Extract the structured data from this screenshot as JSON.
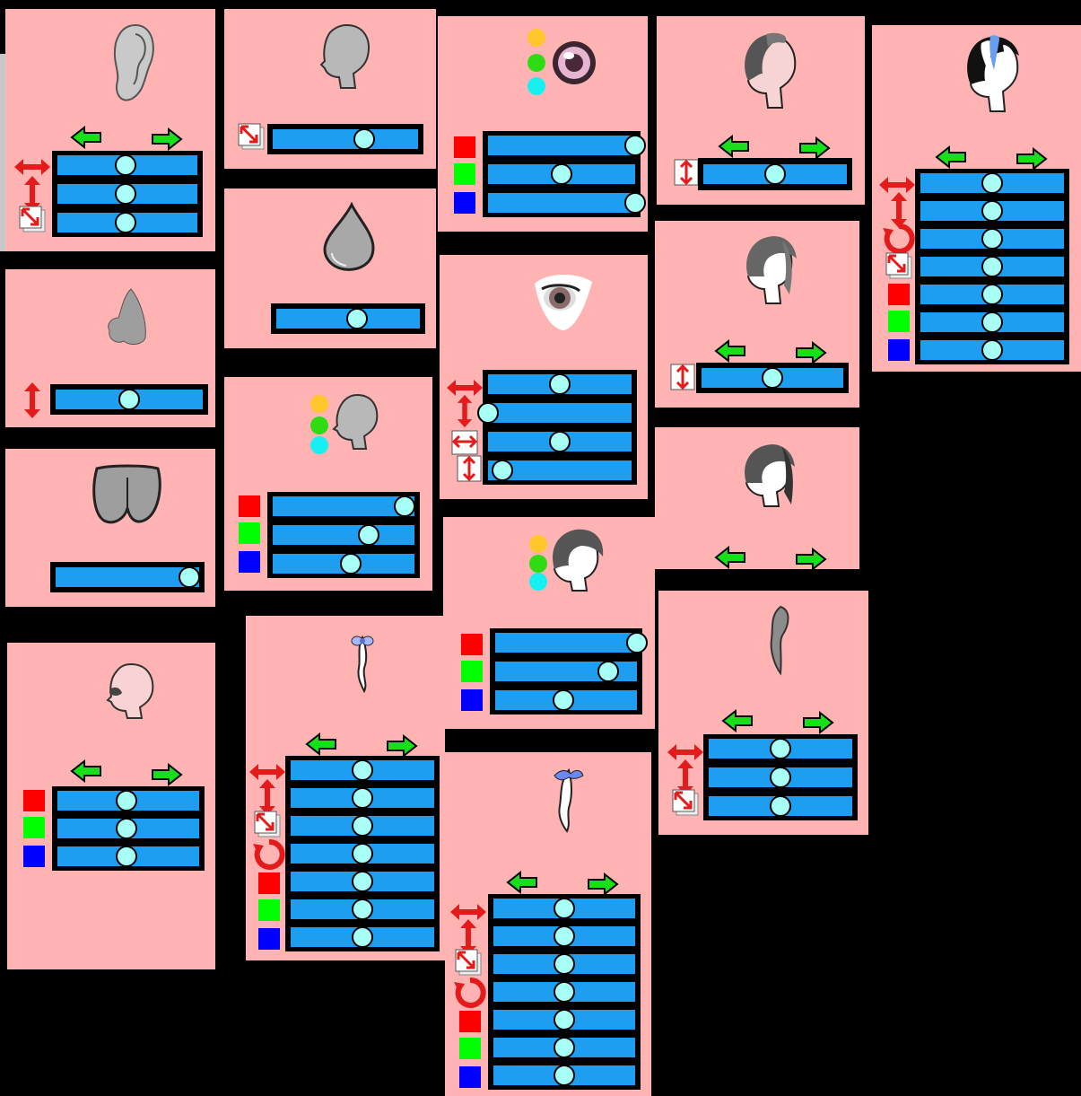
{
  "colors": {
    "panel": "#ffb3b3",
    "slider": "#1e9ef0",
    "knob": "#a8fff5",
    "arrow_green": "#18e018",
    "arrow_red": "#e41b1b",
    "swatch_red": "#ff0000",
    "swatch_green": "#00ff00",
    "swatch_blue": "#0000ff"
  },
  "icons": {
    "move": "left-right-arrows-icon",
    "scale": "up-down-arrow-icon",
    "resize": "resize-icon",
    "rotate": "rotate-icon",
    "prev": "left-arrow-icon",
    "next": "right-arrow-icon"
  },
  "panels": [
    {
      "id": "ear",
      "preview": "ear-preview",
      "sliders": [
        0.49,
        0.49,
        0.49
      ]
    },
    {
      "id": "head-shape",
      "preview": "head-preview",
      "sliders": [
        0.63
      ]
    },
    {
      "id": "eye-color",
      "preview": "eye-preview",
      "sliders": [
        1.0,
        0.5,
        1.0
      ]
    },
    {
      "id": "hair-front",
      "preview": "hair-front-preview",
      "sliders": [
        0.5
      ]
    },
    {
      "id": "hair-band",
      "preview": "hair-band-preview",
      "sliders": [
        0.5,
        0.5,
        0.5,
        0.5,
        0.5,
        0.5,
        0.5
      ]
    },
    {
      "id": "nose",
      "preview": "nose-preview",
      "sliders": [
        0.5
      ]
    },
    {
      "id": "chin",
      "preview": "chin-preview",
      "sliders": [
        0.56
      ]
    },
    {
      "id": "eye-shape",
      "preview": "eye-shape-preview",
      "sliders": [
        0.5,
        0.0,
        0.5,
        0.1
      ]
    },
    {
      "id": "hair-side",
      "preview": "hair-side-preview",
      "sliders": [
        0.5
      ]
    },
    {
      "id": "butt",
      "preview": "butt-preview",
      "sliders": [
        0.93
      ]
    },
    {
      "id": "skin-color",
      "preview": "skin-preview",
      "sliders": [
        0.93,
        0.68,
        0.55
      ]
    },
    {
      "id": "hair-back",
      "preview": "hair-back-preview",
      "sliders": []
    },
    {
      "id": "hair-color",
      "preview": "hair-color-preview",
      "sliders": [
        1.0,
        0.8,
        0.48
      ]
    },
    {
      "id": "head-full",
      "preview": "head-full-preview",
      "sliders": [
        0.49,
        0.49,
        0.49
      ]
    },
    {
      "id": "accessory-1",
      "preview": "accessory-1-preview",
      "sliders": [
        0.5,
        0.5,
        0.5,
        0.5,
        0.5,
        0.5,
        0.5
      ]
    },
    {
      "id": "ponytail",
      "preview": "ponytail-preview",
      "sliders": [
        0.5,
        0.5,
        0.5
      ]
    },
    {
      "id": "accessory-2",
      "preview": "accessory-2-preview",
      "sliders": [
        0.5,
        0.5,
        0.5,
        0.5,
        0.5,
        0.5,
        0.5
      ]
    }
  ]
}
